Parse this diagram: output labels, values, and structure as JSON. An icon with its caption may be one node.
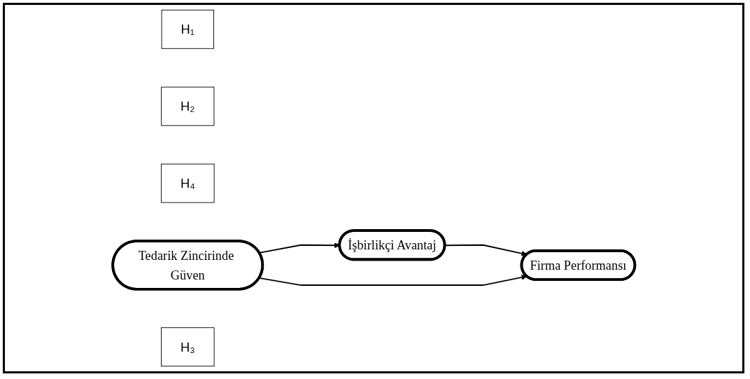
{
  "diagram": {
    "nodes": [
      {
        "text": [
          "İşbirlikçi Avantaj"
        ]
      },
      {
        "text": [
          "H₁"
        ]
      },
      {
        "text": [
          "H₂"
        ]
      },
      {
        "text": [
          "H₄"
        ]
      },
      {
        "text": [
          "Tedarik Zincirinde Güven"
        ]
      },
      {
        "text": [
          "Firma Performansı"
        ]
      },
      {
        "text": [
          "H₃"
        ]
      }
    ],
    "edges": [
      {
        "from": 4,
        "to": 0,
        "arrow": "to"
      },
      {
        "from": 0,
        "to": 5,
        "arrow": "to"
      },
      {
        "from": 4,
        "to": 5,
        "arrow": "to"
      }
    ]
  }
}
